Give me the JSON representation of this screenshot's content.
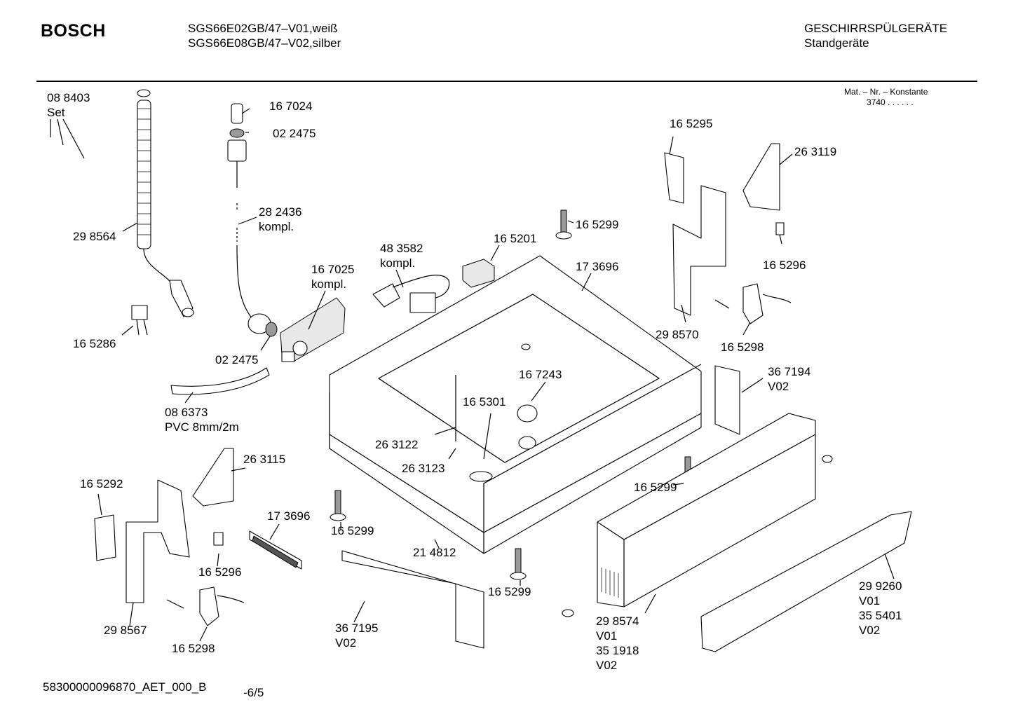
{
  "header": {
    "brand": "BOSCH",
    "model_line_1": "SGS66E02GB/47–V01,weiß",
    "model_line_2": "SGS66E08GB/47–V02,silber",
    "category": "GESCHIRRSPÜLGERÄTE",
    "subcategory": "Standgeräte"
  },
  "mat_nr": {
    "label": "Mat. – Nr. – Konstante",
    "value": "3740  .  .  .  .  .  ."
  },
  "footer": {
    "document_id": "58300000096870_AET_000_B",
    "page": "-6/5"
  },
  "part_labels": [
    {
      "id": "p01",
      "text": "08 8403"
    },
    {
      "id": "p02",
      "text": "Set"
    },
    {
      "id": "p03",
      "text": "29 8564"
    },
    {
      "id": "p04",
      "text": "16 5286"
    },
    {
      "id": "p05",
      "text": "16 7024"
    },
    {
      "id": "p06",
      "text": "02 2475"
    },
    {
      "id": "p07",
      "text": "28 2436"
    },
    {
      "id": "p08",
      "text": "kompl."
    },
    {
      "id": "p09",
      "text": "16 7025"
    },
    {
      "id": "p10",
      "text": "kompl."
    },
    {
      "id": "p11",
      "text": "02 2475"
    },
    {
      "id": "p12",
      "text": "08 6373"
    },
    {
      "id": "p13",
      "text": "PVC 8mm/2m"
    },
    {
      "id": "p14",
      "text": "48 3582"
    },
    {
      "id": "p15",
      "text": "kompl."
    },
    {
      "id": "p16",
      "text": "16 5201"
    },
    {
      "id": "p17",
      "text": "16 5299"
    },
    {
      "id": "p18",
      "text": "17 3696"
    },
    {
      "id": "p19",
      "text": "16 5295"
    },
    {
      "id": "p20",
      "text": "26 3119"
    },
    {
      "id": "p21",
      "text": "16 5296"
    },
    {
      "id": "p22",
      "text": "29 8570"
    },
    {
      "id": "p23",
      "text": "16 5298"
    },
    {
      "id": "p24",
      "text": "36 7194"
    },
    {
      "id": "p25",
      "text": "V02"
    },
    {
      "id": "p26",
      "text": "16 7243"
    },
    {
      "id": "p27",
      "text": "16 5301"
    },
    {
      "id": "p28",
      "text": "26 3122"
    },
    {
      "id": "p29",
      "text": "26 3123"
    },
    {
      "id": "p30",
      "text": "26 3115"
    },
    {
      "id": "p31",
      "text": "16 5292"
    },
    {
      "id": "p32",
      "text": "17 3696"
    },
    {
      "id": "p33",
      "text": "16 5296"
    },
    {
      "id": "p34",
      "text": "29 8567"
    },
    {
      "id": "p35",
      "text": "16 5298"
    },
    {
      "id": "p36",
      "text": "16 5299"
    },
    {
      "id": "p37",
      "text": "21 4812"
    },
    {
      "id": "p38",
      "text": "36 7195"
    },
    {
      "id": "p39",
      "text": "V02"
    },
    {
      "id": "p40",
      "text": "16 5299"
    },
    {
      "id": "p41",
      "text": "16 5299"
    },
    {
      "id": "p42",
      "text": "29 8574"
    },
    {
      "id": "p43",
      "text": "V01"
    },
    {
      "id": "p44",
      "text": "35 1918"
    },
    {
      "id": "p45",
      "text": "V02"
    },
    {
      "id": "p46",
      "text": "29 9260"
    },
    {
      "id": "p47",
      "text": "V01"
    },
    {
      "id": "p48",
      "text": "35 5401"
    },
    {
      "id": "p49",
      "text": "V02"
    }
  ]
}
